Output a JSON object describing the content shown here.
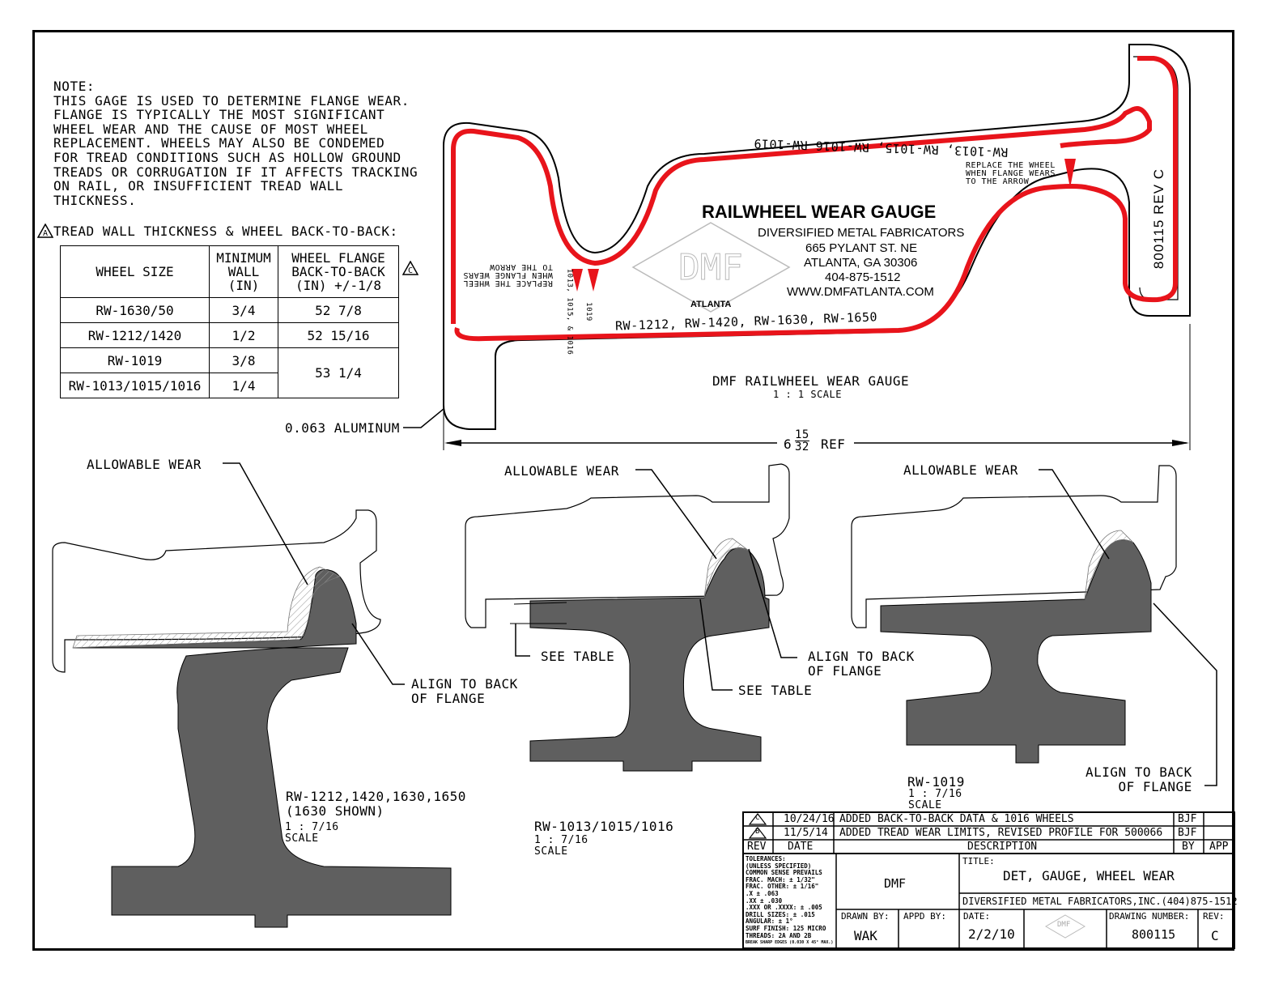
{
  "note": {
    "lines": [
      "NOTE:",
      "THIS GAGE IS USED TO DETERMINE FLANGE WEAR.",
      "FLANGE IS TYPICALLY THE MOST SIGNIFICANT",
      "WHEEL WEAR AND THE CAUSE OF MOST WHEEL",
      "REPLACEMENT. WHEELS MAY ALSO BE CONDEMED",
      "FOR TREAD CONDITIONS SUCH AS HOLLOW GROUND",
      "TREADS OR CORRUGATION IF IT AFFECTS TRACKING",
      "ON RAIL, OR INSUFFICIENT TREAD WALL",
      "THICKNESS."
    ]
  },
  "tread_table": {
    "heading": "TREAD WALL THICKNESS & WHEEL BACK-TO-BACK:",
    "rev_marker": "A",
    "col_wheel_size": "WHEEL SIZE",
    "col_min_wall": [
      "MINIMUM",
      "WALL",
      "(IN)"
    ],
    "col_back": [
      "WHEEL FLANGE",
      "BACK-TO-BACK",
      "(IN) +/-1/8"
    ],
    "rows": [
      {
        "size": "RW-1630/50",
        "wall": "3/4",
        "b2b": "52 7/8"
      },
      {
        "size": "RW-1212/1420",
        "wall": "1/2",
        "b2b": "52 15/16"
      },
      {
        "size": "RW-1019",
        "wall": "3/8",
        "b2b": "53 1/4"
      },
      {
        "size": "RW-1013/1015/1016",
        "wall": "1/4",
        "b2b": ""
      }
    ]
  },
  "gauge": {
    "title": "RAILWHEEL WEAR GAUGE",
    "company": "DIVERSIFIED METAL FABRICATORS",
    "address": "665 PYLANT ST. NE",
    "city": "ATLANTA, GA 30306",
    "phone": "404-875-1512",
    "web": "WWW.DMFATLANTA.COM",
    "logo": "DMF",
    "logo_city": "ATLANTA",
    "top_models": "RW-1013, RW-1015, RW-1016 RW-1019",
    "bottom_models": "RW-1212, RW-1420, RW-1630, RW-1650",
    "replace_note_right": [
      "REPLACE THE WHEEL",
      "WHEN FLANGE WEARS",
      "TO THE ARROW"
    ],
    "replace_note_left": [
      "REPLACE THE WHEEL",
      "WHEN FLANGE WEARS",
      "TO THE ARROW"
    ],
    "arrow_label_a": "1013, 1015, & 1016",
    "arrow_label_b": "1019",
    "part_id": "800115 REV C",
    "caption": "DMF RAILWHEEL WEAR GAUGE",
    "scale": "1 : 1 SCALE",
    "material": "0.063 ALUMINUM",
    "dim_whole": "6",
    "dim_num": "15",
    "dim_den": "32",
    "dim_ref": "REF"
  },
  "details": {
    "allowable_wear": "ALLOWABLE WEAR",
    "align_back": [
      "ALIGN TO BACK",
      "OF FLANGE"
    ],
    "see_table": "SEE TABLE",
    "left": {
      "models": [
        "RW-1212,1420,1630,1650",
        "(1630 SHOWN)"
      ],
      "scale": [
        "1 : 7/16",
        "SCALE"
      ]
    },
    "middle": {
      "models": [
        "RW-1013/1015/1016"
      ],
      "scale": [
        "1 : 7/16",
        "SCALE"
      ]
    },
    "right": {
      "models": [
        "RW-1019"
      ],
      "scale": [
        "1 : 7/16",
        "SCALE"
      ]
    }
  },
  "revisions": {
    "rows": [
      {
        "rev": "C",
        "date": "10/24/16",
        "desc": "ADDED BACK-TO-BACK DATA & 1016 WHEELS",
        "by": "BJF",
        "app": ""
      },
      {
        "rev": "B",
        "date": "11/5/14",
        "desc": "ADDED TREAD WEAR LIMITS, REVISED PROFILE FOR 500066",
        "by": "BJF",
        "app": ""
      }
    ],
    "headers": {
      "rev": "REV",
      "date": "DATE",
      "desc": "DESCRIPTION",
      "by": "BY",
      "app": "APP"
    }
  },
  "title_block": {
    "tolerances": [
      "TOLERANCES:",
      "(UNLESS SPECIFIED)",
      "COMMON SENSE PREVAILS",
      "FRAC. MACH: ± 1/32\"",
      "FRAC. OTHER: ± 1/16\"",
      ".X ± .063",
      ".XX ± .030",
      ".XXX OR .XXXX: ± .005",
      "DRILL SIZES: ± .015",
      "ANGULAR: ± 1°",
      "SURF FINISH: 125 MICRO",
      "THREADS: 2A AND 2B",
      "BREAK SHARP EDGES (0.030 X 45° MAX.)"
    ],
    "company_short": "DMF",
    "drawn_by_label": "DRAWN BY:",
    "drawn_by": "WAK",
    "appd_by_label": "APPD BY:",
    "title_label": "TITLE:",
    "title": "DET, GAUGE, WHEEL WEAR",
    "company_full": "DIVERSIFIED METAL FABRICATORS,INC.(404)875-1512",
    "date_label": "DATE:",
    "date": "2/2/10",
    "drawing_number_label": "DRAWING NUMBER:",
    "drawing_number": "800115",
    "rev_label": "REV:",
    "rev": "C"
  },
  "colors": {
    "line": "#000000",
    "gauge_red": "#e8141b",
    "rail": "#5f5f5f"
  }
}
